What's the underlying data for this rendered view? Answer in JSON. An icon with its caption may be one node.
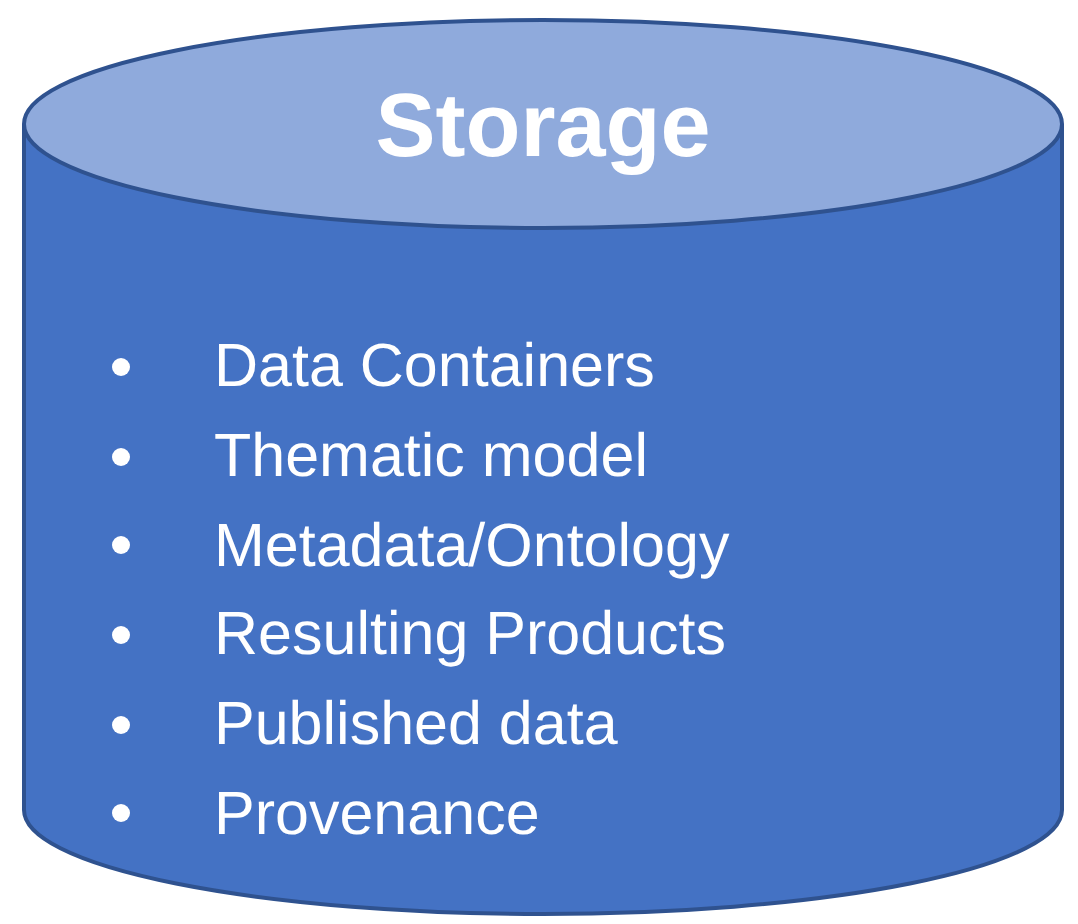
{
  "diagram": {
    "nodes": [
      {
        "text": [
          "Storage",
          "Data Containers",
          "Thematic model",
          "Metadata/Ontology",
          "Resulting Products",
          "Published data",
          "Provenance"
        ]
      }
    ]
  }
}
